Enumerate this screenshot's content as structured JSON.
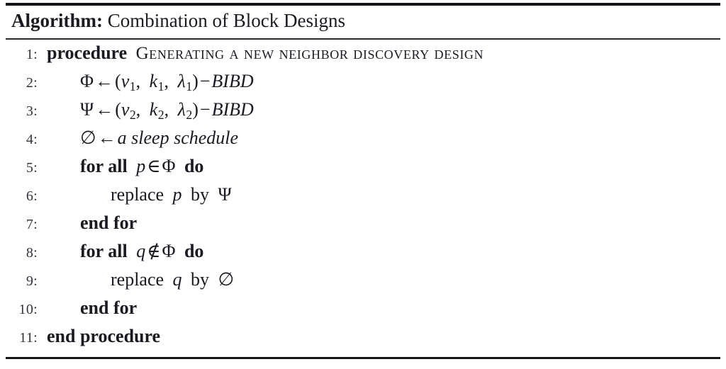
{
  "header": {
    "keyword": "Algorithm:",
    "title": "Combination of Block Designs"
  },
  "lines": [
    {
      "number": "1",
      "indent": 0,
      "text": "procedure Generating a new neighbor discovery design",
      "keyword": "procedure",
      "name": "Generating a new neighbor discovery design"
    },
    {
      "number": "2",
      "indent": 1,
      "text": "Φ ← (v₁, k₁, λ₁) − BIBD",
      "lhs": "Φ",
      "arrow": "←",
      "open": "(",
      "v": "v",
      "v_sub": "1",
      "comma1": ",",
      "k": "k",
      "k_sub": "1",
      "comma2": ",",
      "lambda": "λ",
      "lambda_sub": "1",
      "close": ")",
      "minus": "−",
      "design": "BIBD"
    },
    {
      "number": "3",
      "indent": 1,
      "text": "Ψ ← (v₂, k₂, λ₂) − BIBD",
      "lhs": "Ψ",
      "arrow": "←",
      "open": "(",
      "v": "v",
      "v_sub": "2",
      "comma1": ",",
      "k": "k",
      "k_sub": "2",
      "comma2": ",",
      "lambda": "λ",
      "lambda_sub": "2",
      "close": ")",
      "minus": "−",
      "design": "BIBD"
    },
    {
      "number": "4",
      "indent": 1,
      "text": "∅ ← a sleep schedule",
      "lhs": "∅",
      "arrow": "←",
      "rhs": "a sleep schedule"
    },
    {
      "number": "5",
      "indent": 1,
      "text": "for all p ∈ Φ do",
      "kw_open": "for all",
      "var": "p",
      "relation": "∈",
      "set": "Φ",
      "kw_close": "do"
    },
    {
      "number": "6",
      "indent": 2,
      "text": "replace p by Ψ",
      "verb": "replace",
      "var": "p",
      "prep": "by",
      "target": "Ψ"
    },
    {
      "number": "7",
      "indent": 1,
      "text": "end for",
      "keyword": "end for"
    },
    {
      "number": "8",
      "indent": 1,
      "text": "for all q ∉ Φ do",
      "kw_open": "for all",
      "var": "q",
      "relation": "∉",
      "set": "Φ",
      "kw_close": "do"
    },
    {
      "number": "9",
      "indent": 2,
      "text": "replace q by ∅",
      "verb": "replace",
      "var": "q",
      "prep": "by",
      "target": "∅"
    },
    {
      "number": "10",
      "indent": 1,
      "text": "end for",
      "keyword": "end for"
    },
    {
      "number": "11",
      "indent": 0,
      "text": "end procedure",
      "keyword": "end procedure"
    }
  ]
}
